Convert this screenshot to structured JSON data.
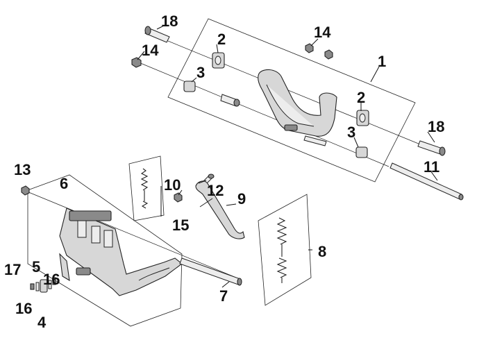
{
  "diagram": {
    "callouts": [
      {
        "id": "c18a",
        "text": "18"
      },
      {
        "id": "c14a",
        "text": "14"
      },
      {
        "id": "c2a",
        "text": "2"
      },
      {
        "id": "c3a",
        "text": "3"
      },
      {
        "id": "c14b",
        "text": "14"
      },
      {
        "id": "c1",
        "text": "1"
      },
      {
        "id": "c2b",
        "text": "2"
      },
      {
        "id": "c3b",
        "text": "3"
      },
      {
        "id": "c18b",
        "text": "18"
      },
      {
        "id": "c11",
        "text": "11"
      },
      {
        "id": "c13",
        "text": "13"
      },
      {
        "id": "c6",
        "text": "6"
      },
      {
        "id": "c10",
        "text": "10"
      },
      {
        "id": "c12",
        "text": "12"
      },
      {
        "id": "c9",
        "text": "9"
      },
      {
        "id": "c15",
        "text": "15"
      },
      {
        "id": "c8",
        "text": "8"
      },
      {
        "id": "c17",
        "text": "17"
      },
      {
        "id": "c5",
        "text": "5"
      },
      {
        "id": "c16a",
        "text": "16"
      },
      {
        "id": "c16b",
        "text": "16"
      },
      {
        "id": "c4",
        "text": "4"
      },
      {
        "id": "c7",
        "text": "7"
      }
    ]
  }
}
